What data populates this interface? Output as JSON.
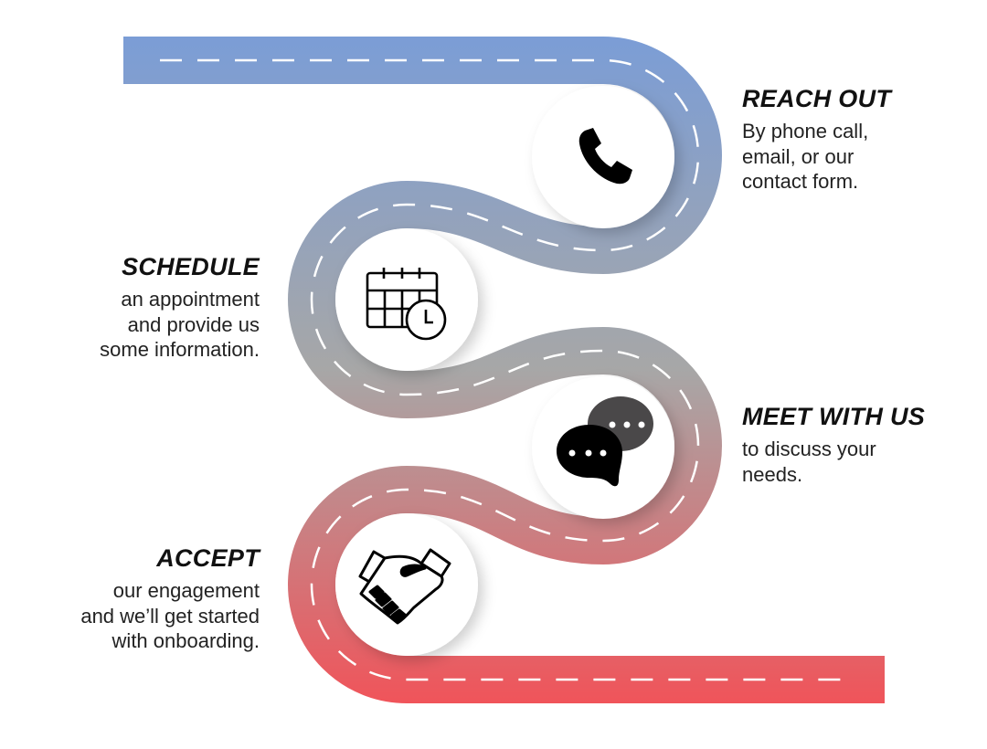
{
  "colors": {
    "road_top": "#7b9dd6",
    "road_middle": "#a7a7a7",
    "road_bottom": "#f0545a",
    "dash": "#ffffff"
  },
  "steps": [
    {
      "title": "REACH OUT",
      "lines": [
        "By phone call,",
        "email, or our",
        "contact form."
      ],
      "icon": "phone-icon"
    },
    {
      "title": "SCHEDULE",
      "lines": [
        "an appointment",
        "and provide us",
        "some information."
      ],
      "icon": "calendar-clock-icon"
    },
    {
      "title": "MEET WITH US",
      "lines": [
        "to discuss your",
        "needs."
      ],
      "icon": "chat-bubbles-icon"
    },
    {
      "title": "ACCEPT",
      "lines": [
        "our engagement",
        "and we’ll get started",
        "with onboarding."
      ],
      "icon": "handshake-icon"
    }
  ]
}
